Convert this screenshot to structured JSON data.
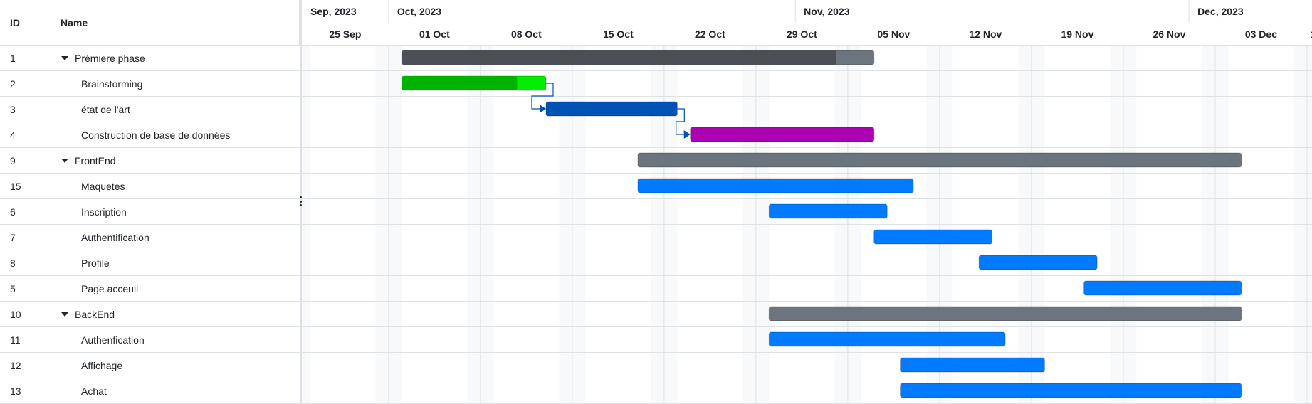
{
  "grid": {
    "columns": {
      "id": "ID",
      "name": "Name"
    },
    "rows": [
      {
        "id": "1",
        "name": "Prémiere phase",
        "parent": true
      },
      {
        "id": "2",
        "name": "Brainstorming",
        "parent": false
      },
      {
        "id": "3",
        "name": "état de l'art",
        "parent": false
      },
      {
        "id": "4",
        "name": "Construction de base de données",
        "parent": false
      },
      {
        "id": "9",
        "name": "FrontEnd",
        "parent": true
      },
      {
        "id": "15",
        "name": "Maquetes",
        "parent": false
      },
      {
        "id": "6",
        "name": "Inscription",
        "parent": false
      },
      {
        "id": "7",
        "name": "Authentification",
        "parent": false
      },
      {
        "id": "8",
        "name": "Profile",
        "parent": false
      },
      {
        "id": "5",
        "name": "Page acceuil",
        "parent": false
      },
      {
        "id": "10",
        "name": "BackEnd",
        "parent": true
      },
      {
        "id": "11",
        "name": "Authenfication",
        "parent": false
      },
      {
        "id": "12",
        "name": "Affichage",
        "parent": false
      },
      {
        "id": "13",
        "name": "Achat",
        "parent": false
      }
    ]
  },
  "timeline": {
    "months": [
      {
        "label": "Sep, 2023",
        "start": "2023-09-23",
        "end": "2023-10-01"
      },
      {
        "label": "Oct, 2023",
        "start": "2023-10-01",
        "end": "2023-11-01"
      },
      {
        "label": "Nov, 2023",
        "start": "2023-11-01",
        "end": "2023-12-01"
      },
      {
        "label": "Dec, 2023",
        "start": "2023-12-01",
        "end": "2023-12-12"
      }
    ],
    "weeks": [
      "25 Sep",
      "01 Oct",
      "08 Oct",
      "15 Oct",
      "22 Oct",
      "29 Oct",
      "05 Nov",
      "12 Nov",
      "19 Nov",
      "26 Nov",
      "03 Dec",
      "1…"
    ],
    "week_dates": [
      "2023-09-24",
      "2023-10-01",
      "2023-10-08",
      "2023-10-15",
      "2023-10-22",
      "2023-10-29",
      "2023-11-05",
      "2023-11-12",
      "2023-11-19",
      "2023-11-26",
      "2023-12-03",
      "2023-12-10"
    ],
    "range_start": "2023-09-23",
    "range_end": "2023-12-12"
  },
  "tasks": [
    {
      "start": "2023-10-02",
      "end": "2023-11-07",
      "progress": 0.92,
      "color": "#4b5057",
      "track": "#6c757d"
    },
    {
      "start": "2023-10-02",
      "end": "2023-10-13",
      "progress": 0.8,
      "color": "#00b300",
      "track": "#00ee00"
    },
    {
      "start": "2023-10-13",
      "end": "2023-10-23",
      "progress": 0,
      "color": "#0052b4",
      "track": "#0052b4"
    },
    {
      "start": "2023-10-24",
      "end": "2023-11-07",
      "progress": 0,
      "color": "#ad00b3",
      "track": "#ad00b3"
    },
    {
      "start": "2023-10-20",
      "end": "2023-12-05",
      "progress": 0,
      "color": "#6c757d",
      "track": "#6c757d"
    },
    {
      "start": "2023-10-20",
      "end": "2023-11-10",
      "progress": 0,
      "color": "#007bff",
      "track": "#007bff"
    },
    {
      "start": "2023-10-30",
      "end": "2023-11-08",
      "progress": 0,
      "color": "#007bff",
      "track": "#007bff"
    },
    {
      "start": "2023-11-07",
      "end": "2023-11-16",
      "progress": 0,
      "color": "#007bff",
      "track": "#007bff"
    },
    {
      "start": "2023-11-15",
      "end": "2023-11-24",
      "progress": 0,
      "color": "#007bff",
      "track": "#007bff"
    },
    {
      "start": "2023-11-23",
      "end": "2023-12-05",
      "progress": 0,
      "color": "#007bff",
      "track": "#007bff"
    },
    {
      "start": "2023-10-30",
      "end": "2023-12-05",
      "progress": 0,
      "color": "#6c757d",
      "track": "#6c757d"
    },
    {
      "start": "2023-10-30",
      "end": "2023-11-17",
      "progress": 0,
      "color": "#007bff",
      "track": "#007bff"
    },
    {
      "start": "2023-11-09",
      "end": "2023-11-20",
      "progress": 0,
      "color": "#007bff",
      "track": "#007bff"
    },
    {
      "start": "2023-11-09",
      "end": "2023-12-05",
      "progress": 0,
      "color": "#007bff",
      "track": "#007bff"
    }
  ],
  "dependencies": [
    {
      "from": 1,
      "to": 2,
      "color": "#0052b4"
    },
    {
      "from": 2,
      "to": 3,
      "color": "#0052b4"
    }
  ],
  "colors": {
    "border": "#dee2e6",
    "weekend": "#f8f9fa",
    "arrow": "#0052b4"
  },
  "icons": {
    "collapse": "caret-down-icon",
    "splitter": "vertical-ellipsis-icon"
  }
}
